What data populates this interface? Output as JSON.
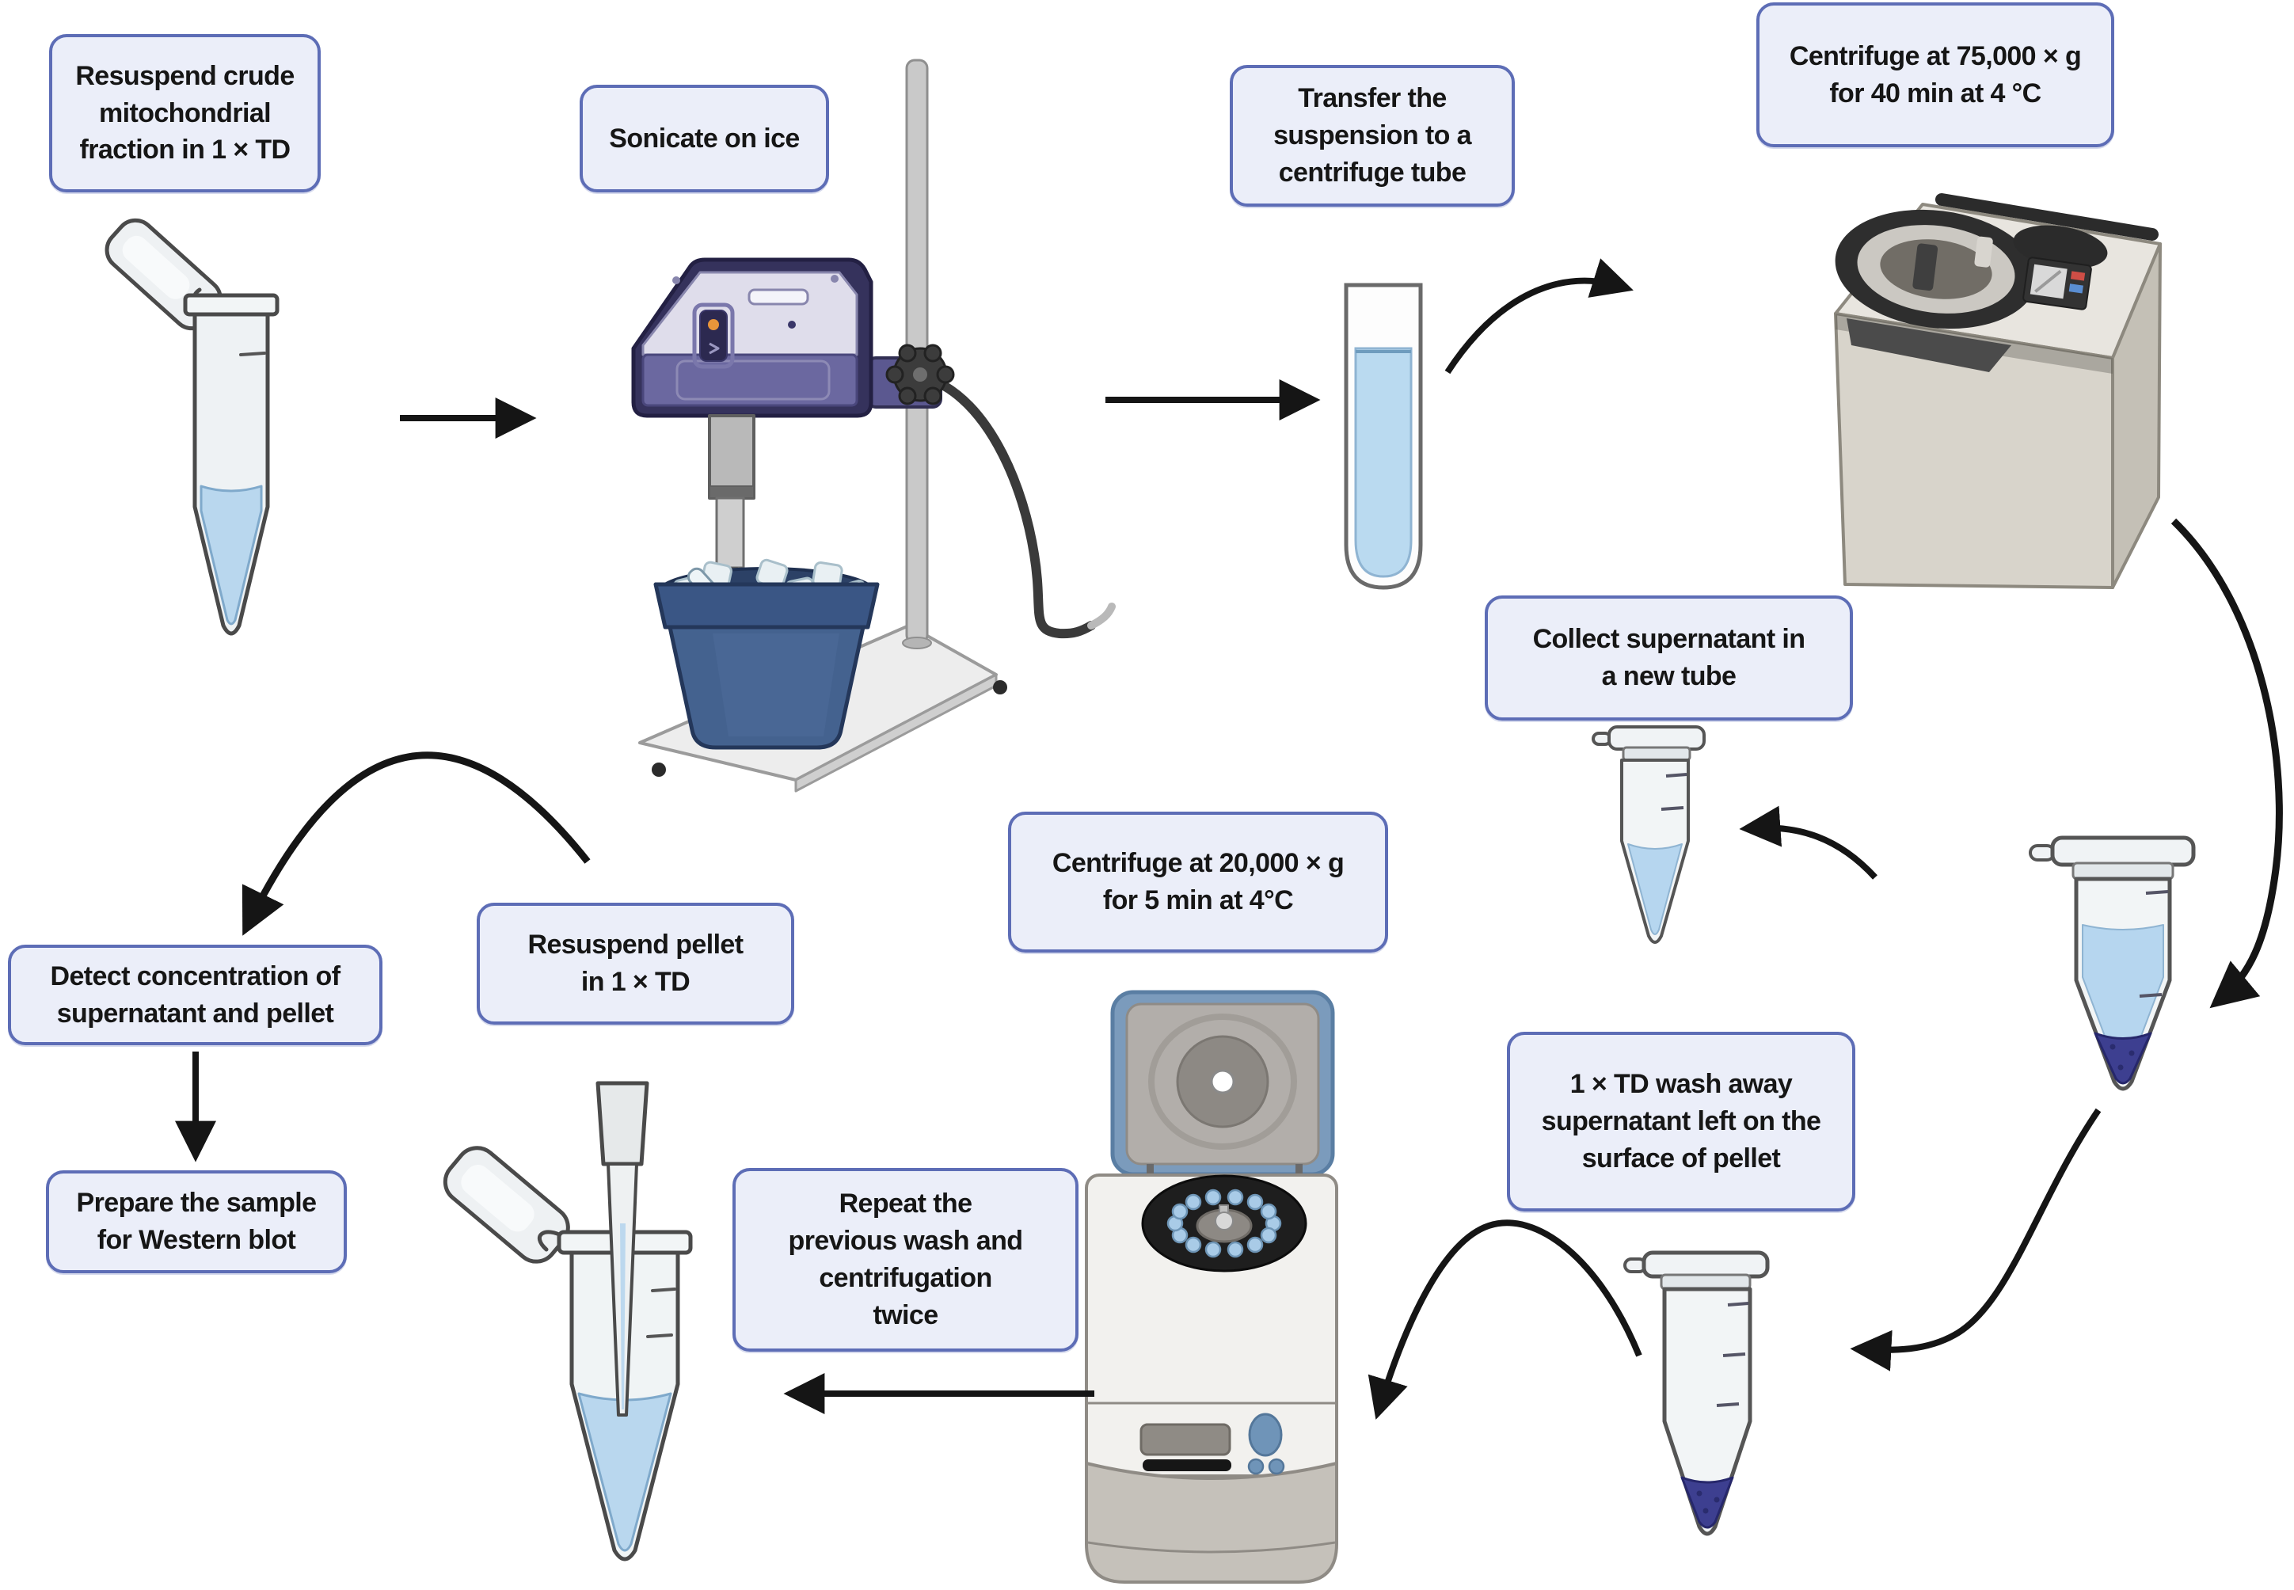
{
  "palette": {
    "box_fill": "#ebeef9",
    "box_border": "#5d6db6",
    "text_color": "#161616",
    "arrow_color": "#151515",
    "liquid_blue": "#b9d7ee",
    "pellet_navy": "#3d3f90",
    "sonicator_purple": "#6b68a0",
    "ice_bucket_blue": "#44628f",
    "centrifuge_lid_blue": "#7b9bbc",
    "ultracentrifuge_beige": "#d8d4cb"
  },
  "steps": [
    {
      "id": "resuspend-crude",
      "label": "Resuspend crude\nmitochondrial\nfraction in 1 × TD"
    },
    {
      "id": "sonicate",
      "label": "Sonicate on ice"
    },
    {
      "id": "transfer",
      "label": "Transfer the\nsuspension to a\ncentrifuge tube"
    },
    {
      "id": "centrifuge-75000",
      "label": "Centrifuge at 75,000 × g\nfor 40 min at 4 °C"
    },
    {
      "id": "collect-supernatant",
      "label": "Collect supernatant in\na new tube"
    },
    {
      "id": "centrifuge-20000",
      "label": "Centrifuge at 20,000 × g\nfor 5 min at 4°C"
    },
    {
      "id": "resuspend-pellet",
      "label": "Resuspend pellet\nin 1 × TD"
    },
    {
      "id": "td-wash",
      "label": "1 × TD wash away\nsupernatant left on the\nsurface of pellet"
    },
    {
      "id": "repeat-wash",
      "label": "Repeat the\nprevious wash and\ncentrifugation\ntwice"
    },
    {
      "id": "detect-concentration",
      "label": "Detect concentration of\nsupernatant and pellet"
    },
    {
      "id": "prepare-western",
      "label": "Prepare the sample\nfor Western blot"
    }
  ],
  "illustrations": [
    {
      "name": "open-microtube-icon"
    },
    {
      "name": "probe-sonicator-icon"
    },
    {
      "name": "ice-bucket-icon"
    },
    {
      "name": "round-bottom-centrifuge-tube-icon"
    },
    {
      "name": "ultracentrifuge-icon"
    },
    {
      "name": "supernatant-pellet-tube-icon"
    },
    {
      "name": "collected-supernatant-tube-icon"
    },
    {
      "name": "washed-pellet-tube-icon"
    },
    {
      "name": "benchtop-microcentrifuge-icon"
    },
    {
      "name": "pipette-in-open-tube-icon"
    }
  ]
}
